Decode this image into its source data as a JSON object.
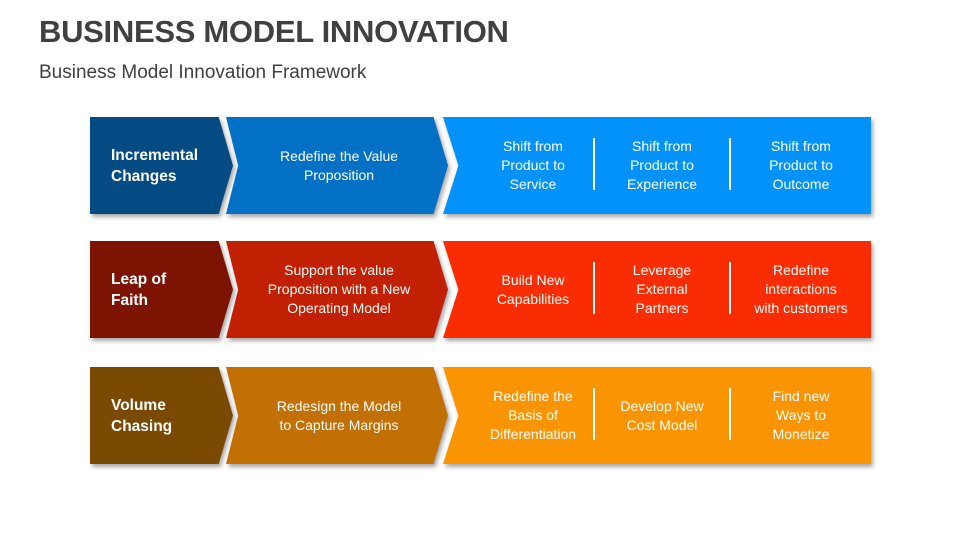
{
  "header": {
    "title": "BUSINESS MODEL INNOVATION",
    "subtitle": "Business Model Innovation Framework"
  },
  "rows": [
    {
      "category": "Incremental\nChanges",
      "strategy": "Redefine the Value\nProposition",
      "actions": [
        "Shift from\nProduct to\nService",
        "Shift from\nProduct to\nExperience",
        "Shift from\nProduct to\nOutcome"
      ],
      "colors": {
        "category": "#034b82",
        "strategy": "#0270c4",
        "actions": "#0392fa"
      }
    },
    {
      "category": "Leap of\nFaith",
      "strategy": "Support the value\nProposition with a New\nOperating Model",
      "actions": [
        "Build New\nCapabilities",
        "Leverage\nExternal\nPartners",
        "Redefine\ninteractions\nwith customers"
      ],
      "colors": {
        "category": "#7d1403",
        "strategy": "#c12003",
        "actions": "#fa2c02"
      }
    },
    {
      "category": "Volume\nChasing",
      "strategy": "Redesign the Model\nto Capture Margins",
      "actions": [
        "Redefine the\nBasis of\nDifferentiation",
        "Develop New\nCost Model",
        "Find new\nWays to\nMonetize"
      ],
      "colors": {
        "category": "#7b4a02",
        "strategy": "#c26f03",
        "actions": "#fa9402"
      }
    }
  ]
}
